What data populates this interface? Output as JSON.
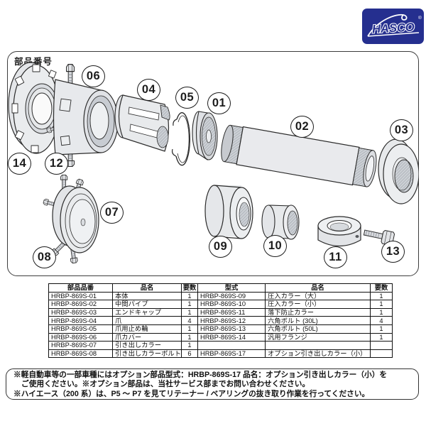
{
  "logo": {
    "text": "HASCO",
    "registered": "®",
    "bg_color": "#252f8f"
  },
  "diagram": {
    "title": "部品番号",
    "callouts": [
      "01",
      "02",
      "03",
      "04",
      "05",
      "06",
      "07",
      "08",
      "09",
      "10",
      "11",
      "12",
      "13",
      "14"
    ]
  },
  "table": {
    "headers": [
      "部品品番",
      "品名",
      "要数",
      "型式",
      "品名",
      "要数"
    ],
    "rows": [
      [
        "HRBP-869S-01",
        "本体",
        "1",
        "HRBP-869S-09",
        "圧入カラー（大）",
        "1"
      ],
      [
        "HRBP-869S-02",
        "中間パイプ",
        "1",
        "HRBP-869S-10",
        "圧入カラー（小）",
        "1"
      ],
      [
        "HRBP-869S-03",
        "エンドキャップ",
        "1",
        "HRBP-869S-11",
        "落下防止カラー",
        "1"
      ],
      [
        "HRBP-869S-04",
        "爪",
        "4",
        "HRBP-869S-12",
        "六角ボルト (30L)",
        "4"
      ],
      [
        "HRBP-869S-05",
        "爪用止め輪",
        "1",
        "HRBP-869S-13",
        "六角ボルト (50L)",
        "1"
      ],
      [
        "HRBP-869S-06",
        "爪カバー",
        "1",
        "HRBP-869S-14",
        "汎用フランジ",
        "1"
      ],
      [
        "HRBP-869S-07",
        "引き出しカラー",
        "1",
        "",
        "",
        ""
      ],
      [
        "HRBP-869S-08",
        "引き出しカラーボルト",
        "6",
        "HRBP-869S-17",
        "オプション引き出しカラー（小）",
        ""
      ]
    ]
  },
  "notes": {
    "lines": [
      "※軽自動車等の一部車種にはオプション部品型式：HRBP-869S-17 品名：オプション引き出しカラー（小）を",
      "ご使用ください。※オプション部品は、当社サービス部までお問い合わせください。",
      "※ハイエース（200 系）は、P5 ～ P7 を見てリテーナー / ベアリングの抜き取り作業を行ってください。"
    ]
  },
  "colors": {
    "logo_navy": "#252f8f",
    "outline": "#2b2b2b",
    "part_fill": "#e8eaec"
  }
}
